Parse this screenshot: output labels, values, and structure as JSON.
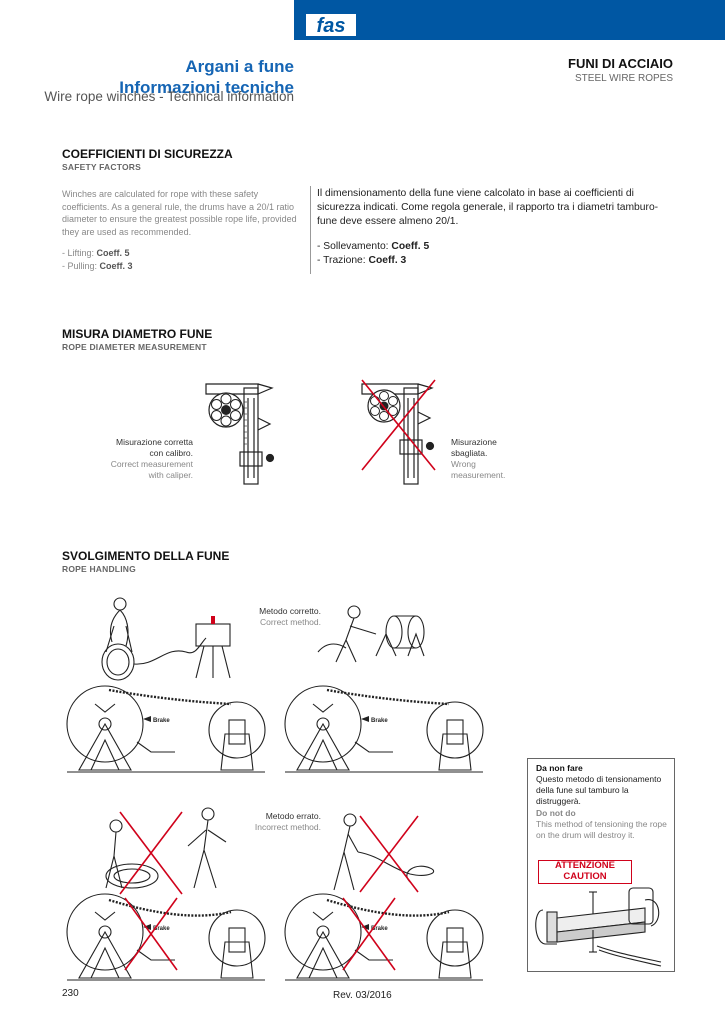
{
  "header": {
    "logo_text": "fas",
    "title_line1": "Argani a fune",
    "title_line2": "Informazioni tecniche",
    "subtitle": "Wire rope winches - Technical information",
    "category_it": "FUNI DI ACCIAIO",
    "category_en": "STEEL WIRE ROPES",
    "colors": {
      "brand_blue": "#0057a3",
      "title_blue": "#1565b4",
      "error_red": "#d0021b"
    }
  },
  "safety": {
    "heading_it": "COEFFICIENTI DI SICUREZZA",
    "heading_en": "SAFETY FACTORS",
    "en_text": "Winches are calculated for rope with these safety coefficients. As a general rule, the drums have a 20/1 ratio diameter to ensure the greatest possible rope life, provided they are used as recommended.",
    "en_items": [
      {
        "prefix": "-  Lifting: ",
        "value": "Coeff. 5"
      },
      {
        "prefix": "-  Pulling: ",
        "value": "Coeff. 3"
      }
    ],
    "it_text": "Il dimensionamento della fune viene calcolato in base ai coefficienti di sicurezza indicati. Come regola generale, il rapporto tra i diametri tamburo-fune deve essere almeno 20/1.",
    "it_items": [
      {
        "prefix": "-  Sollevamento: ",
        "value": "Coeff. 5"
      },
      {
        "prefix": "-  Trazione: ",
        "value": "Coeff. 3"
      }
    ]
  },
  "diameter": {
    "heading_it": "MISURA DIAMETRO FUNE",
    "heading_en": "ROPE DIAMETER MEASUREMENT",
    "correct_it_1": "Misurazione corretta",
    "correct_it_2": "con calibro.",
    "correct_en_1": "Correct measurement",
    "correct_en_2": "with caliper.",
    "wrong_it_1": "Misurazione",
    "wrong_it_2": "sbagliata.",
    "wrong_en_1": "Wrong",
    "wrong_en_2": "measurement."
  },
  "handling": {
    "heading_it": "SVOLGIMENTO DELLA FUNE",
    "heading_en": "ROPE HANDLING",
    "correct_it": "Metodo corretto.",
    "correct_en": "Correct method.",
    "wrong_it": "Metodo errato.",
    "wrong_en": "Incorrect method.",
    "brake_label": "Brake"
  },
  "warning": {
    "title_it": "Da non fare",
    "text_it": "Questo metodo di tensionamento della fune sul tamburo la distruggerà.",
    "title_en": "Do not do",
    "text_en": "This method of tensioning the rope on the drum will destroy it.",
    "caution_it": "ATTENZIONE",
    "caution_en": "CAUTION"
  },
  "footer": {
    "page_number": "230",
    "revision": "Rev. 03/2016"
  }
}
